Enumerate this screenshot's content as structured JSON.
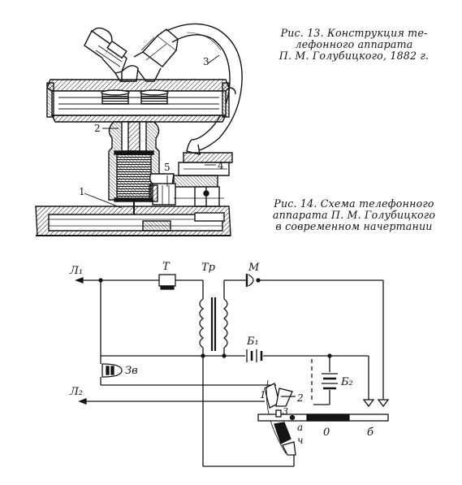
{
  "fig13": {
    "caption_lines": [
      "Рис. 13. Конструкция те-",
      "лефонного аппарата",
      "П. М. Голубицкого, 1882 г."
    ],
    "callouts": [
      "1",
      "2",
      "3",
      "4",
      "5"
    ]
  },
  "fig14": {
    "caption_lines": [
      "Рис. 14. Схема телефонного",
      "аппарата П. М. Голубицкого",
      "в современном начертании"
    ],
    "labels": {
      "line1": "Л₁",
      "line2": "Л₂",
      "telephone": "Т",
      "transformer": "Тр",
      "microphone": "М",
      "battery1": "Б₁",
      "battery2": "Б₂",
      "bell": "Зв",
      "switch_contacts": [
        "1",
        "2",
        "3",
        "а",
        "ч",
        "0",
        "б"
      ]
    }
  },
  "colors": {
    "ink": "#141414",
    "paper": "#ffffff"
  }
}
